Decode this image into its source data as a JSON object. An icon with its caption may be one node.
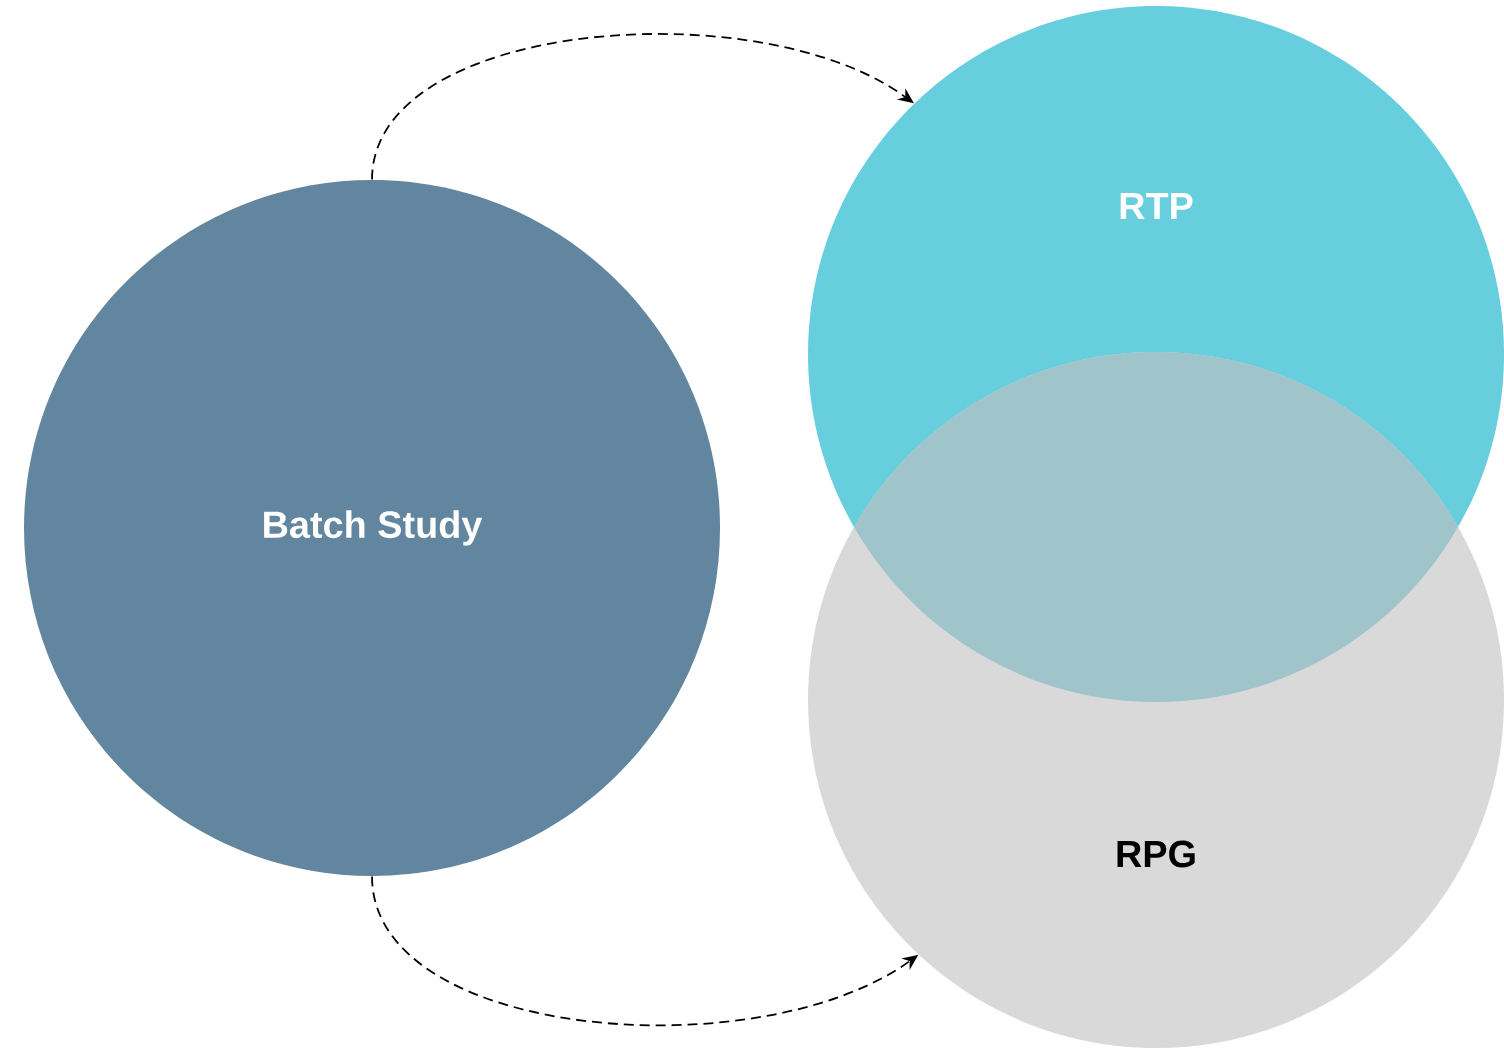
{
  "diagram": {
    "nodes": [
      {
        "text": [
          "Batch Study"
        ]
      },
      {
        "text": [
          "RTP"
        ]
      },
      {
        "text": [
          "RPG"
        ]
      }
    ],
    "edges": [
      {
        "from": 0,
        "to": 1,
        "arrow": "to",
        "style": "dashed"
      },
      {
        "from": 0,
        "to": 2,
        "arrow": "to",
        "style": "dashed"
      }
    ]
  }
}
